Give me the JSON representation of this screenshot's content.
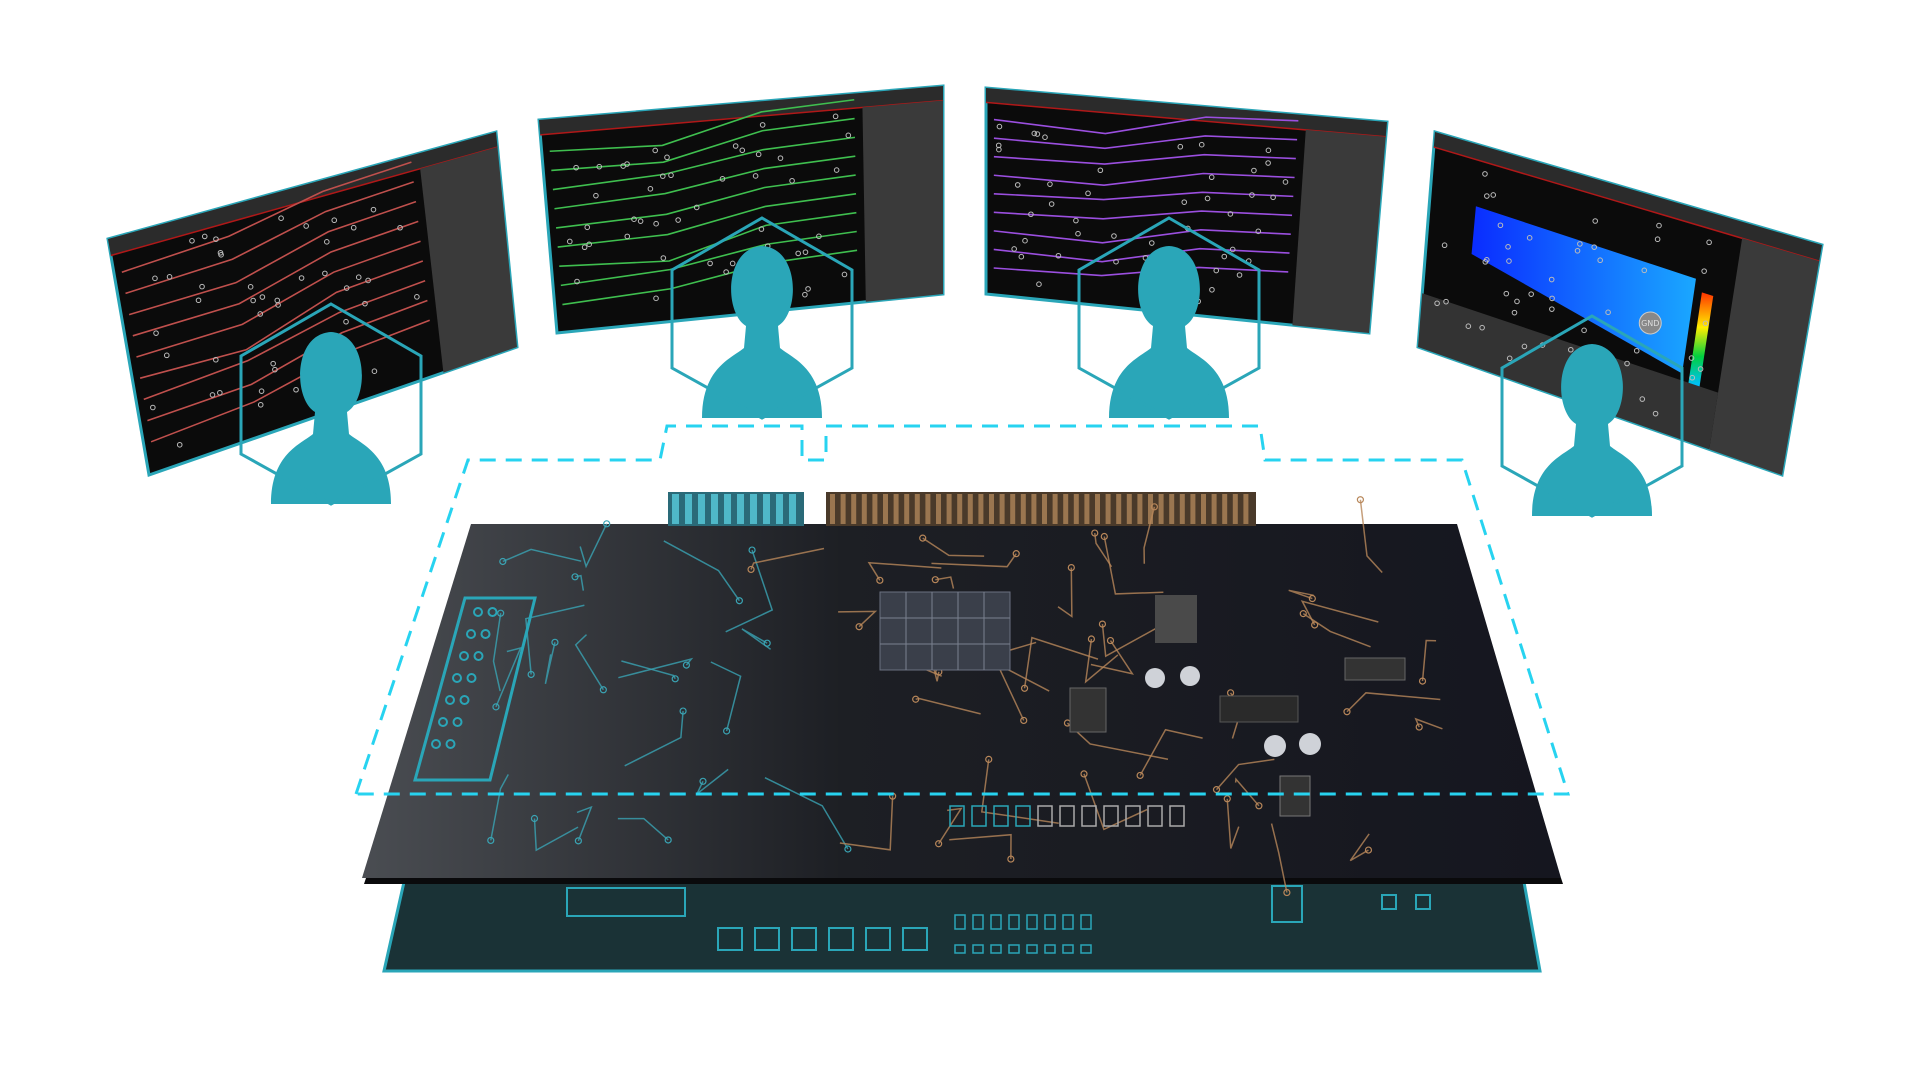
{
  "illustration": {
    "monitors": [
      {
        "label": "",
        "theme": "red-traces",
        "trace_color": "#c0504d"
      },
      {
        "label": "",
        "theme": "green-traces",
        "trace_color": "#3fbf4f"
      },
      {
        "label": "",
        "theme": "purple-traces",
        "trace_color": "#9b4fe0"
      },
      {
        "label": "GND",
        "theme": "heatmap",
        "trace_color": "#1e5cff"
      }
    ],
    "colors": {
      "accent": "#2aa6b8",
      "dashed_outline": "#27d3f0",
      "board_top": "#15161c",
      "board_bottom": "#173238",
      "copper": "#b8875a",
      "screen_bg": "#0b0b0b",
      "panel": "#3a3a3a",
      "titlebar_red": "#b01818"
    }
  }
}
